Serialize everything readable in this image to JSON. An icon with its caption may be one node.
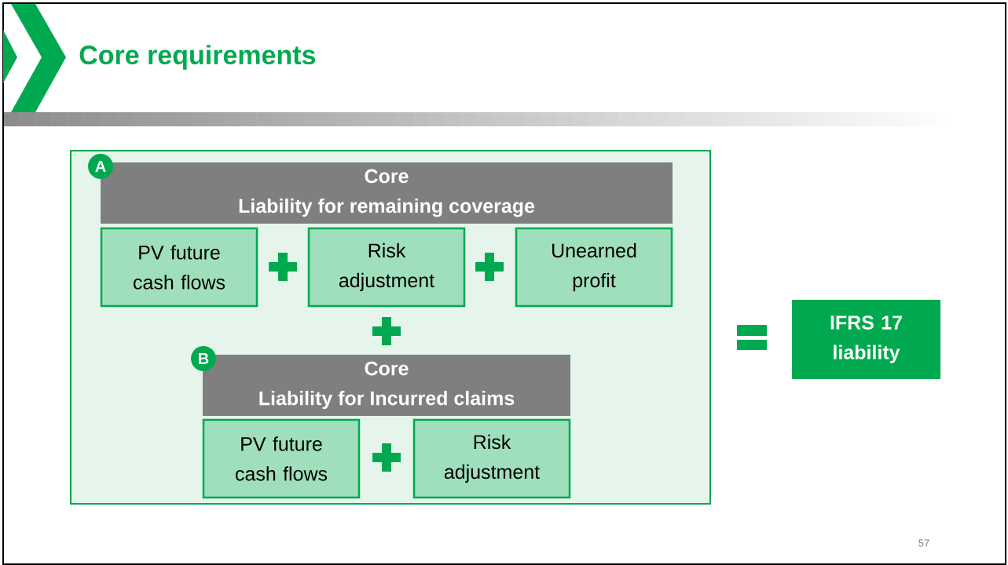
{
  "diagram": {
    "title": "Core requirements",
    "nodes": [
      {
        "text": [],
        "shape": "box"
      },
      {
        "text": [
          "A"
        ],
        "in": 0
      },
      {
        "text": [
          "Core",
          "Liability for remaining coverage"
        ],
        "in": 0
      },
      {
        "text": [
          "PV future cash flows"
        ],
        "in": 0
      },
      {
        "text": [
          "Risk adjustment"
        ],
        "in": 0
      },
      {
        "text": [
          "Unearned profit"
        ],
        "in": 0
      },
      {
        "text": [
          "B"
        ],
        "in": 0
      },
      {
        "text": [
          "Core",
          "Liability for Incurred claims"
        ],
        "in": 0
      },
      {
        "text": [
          "PV future cash flows"
        ],
        "in": 0
      },
      {
        "text": [
          "Risk adjustment"
        ],
        "in": 0
      },
      {
        "text": [
          "IFRS 17 liability"
        ]
      }
    ],
    "labels": [
      "57"
    ]
  }
}
